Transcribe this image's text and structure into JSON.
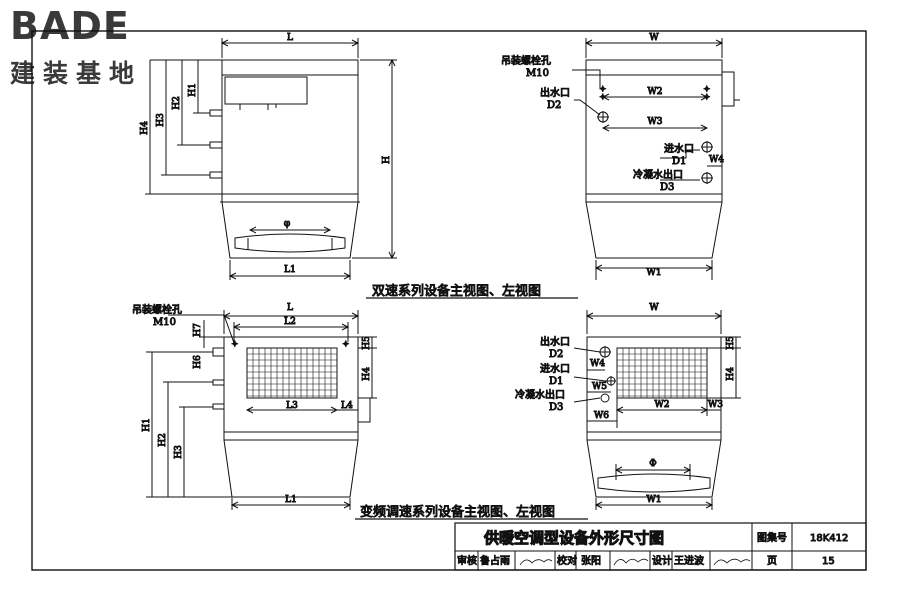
{
  "logo": {
    "brand": "BADE",
    "subtitle": "建装基地"
  },
  "view1": {
    "label_top": "L",
    "label_bottom": "L1",
    "h1": "H1",
    "h2": "H2",
    "h3": "H3",
    "h4": "H4",
    "h": "H",
    "phi": "φ"
  },
  "view2": {
    "w": "W",
    "w1": "W1",
    "w2": "W2",
    "w3": "W3",
    "w4": "W4",
    "bolt": "吊装螺栓孔",
    "bolt_size": "M10",
    "outlet": "出水口",
    "outlet_code": "D2",
    "inlet": "进水口",
    "inlet_code": "D1",
    "condensate": "冷凝水出口",
    "condensate_code": "D3"
  },
  "caption_top": "双速系列设备主视图、左视图",
  "view3": {
    "l": "L",
    "l1": "L1",
    "l2": "L2",
    "l3": "L3",
    "l4": "L4",
    "h1": "H1",
    "h2": "H2",
    "h3": "H3",
    "h4": "H4",
    "h5": "H5",
    "h6": "H6",
    "h7": "H7",
    "bolt": "吊装螺栓孔",
    "bolt_size": "M10"
  },
  "view4": {
    "w": "W",
    "w1": "W1",
    "w2": "W2",
    "w3": "W3",
    "w4": "W4",
    "w5": "W5",
    "w6": "W6",
    "h4": "H4",
    "h5": "H5",
    "phi": "Φ",
    "outlet": "出水口",
    "outlet_code": "D2",
    "inlet": "进水口",
    "inlet_code": "D1",
    "condensate": "冷凝水出口",
    "condensate_code": "D3"
  },
  "caption_bottom": "变频调速系列设备主视图、左视图",
  "titleblock": {
    "title": "供暖空调型设备外形尺寸图",
    "atlas_label": "图集号",
    "atlas_no": "18K412",
    "review_label": "审核",
    "reviewer": "鲁占雨",
    "check_label": "校对",
    "checker": "张阳",
    "design_label": "设计",
    "designer": "王进波",
    "page_label": "页",
    "page_no": "15"
  }
}
